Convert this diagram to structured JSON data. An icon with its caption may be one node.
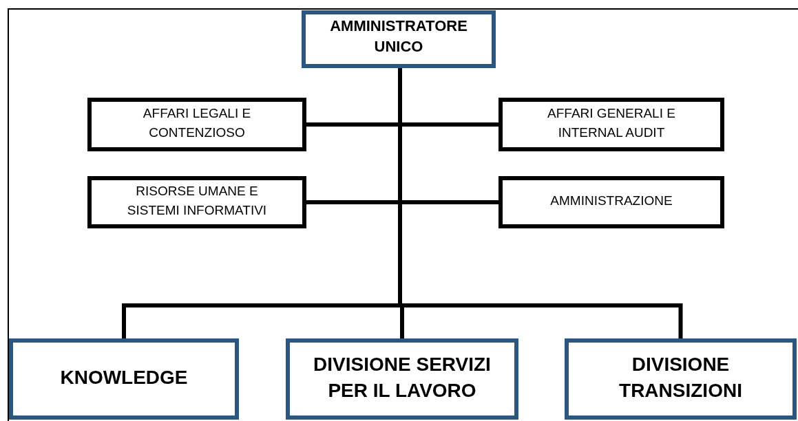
{
  "diagram": {
    "nodes": [
      {
        "text": [
          "AMMINISTRATORE UNICO"
        ]
      },
      {
        "text": [
          "AFFARI LEGALI E CONTENZIOSO"
        ]
      },
      {
        "text": [
          "AFFARI GENERALI E INTERNAL AUDIT"
        ]
      },
      {
        "text": [
          "RISORSE UMANE E SISTEMI INFORMATIVI"
        ]
      },
      {
        "text": [
          "AMMINISTRAZIONE"
        ]
      },
      {
        "text": [
          "KNOWLEDGE"
        ]
      },
      {
        "text": [
          "DIVISIONE SERVIZI PER IL LAVORO"
        ]
      },
      {
        "text": [
          "DIVISIONE TRANSIZIONI"
        ]
      }
    ],
    "edges": [
      {
        "from": 0,
        "to": 1,
        "arrow": "none"
      },
      {
        "from": 0,
        "to": 2,
        "arrow": "none"
      },
      {
        "from": 0,
        "to": 3,
        "arrow": "none"
      },
      {
        "from": 0,
        "to": 4,
        "arrow": "none"
      },
      {
        "from": 0,
        "to": 5,
        "arrow": "none"
      },
      {
        "from": 0,
        "to": 6,
        "arrow": "none"
      },
      {
        "from": 0,
        "to": 7,
        "arrow": "none"
      }
    ]
  }
}
